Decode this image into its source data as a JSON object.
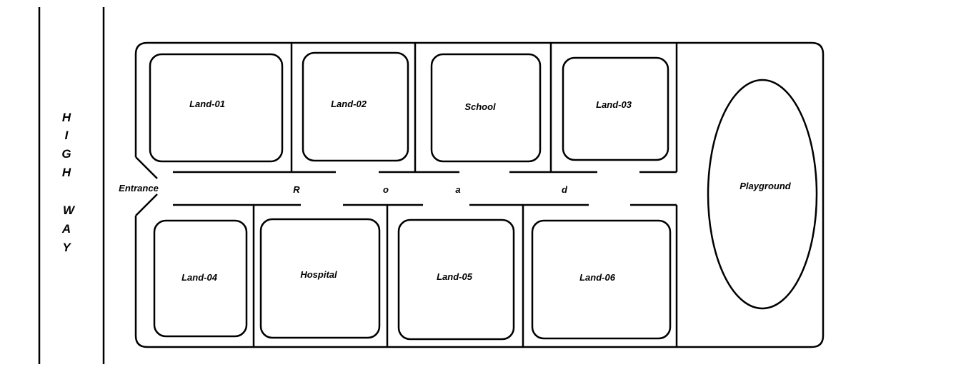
{
  "highway": {
    "letters": [
      "H",
      "I",
      "G",
      "H",
      "W",
      "A",
      "Y"
    ]
  },
  "entrance": "Entrance",
  "road": {
    "letters": [
      "R",
      "o",
      "a",
      "d"
    ]
  },
  "plots": {
    "top": [
      "Land-01",
      "Land-02",
      "School",
      "Land-03"
    ],
    "bottom": [
      "Land-04",
      "Hospital",
      "Land-05",
      "Land-06"
    ]
  },
  "playground": "Playground",
  "colors": {
    "line": "#000000",
    "background": "#ffffff"
  }
}
